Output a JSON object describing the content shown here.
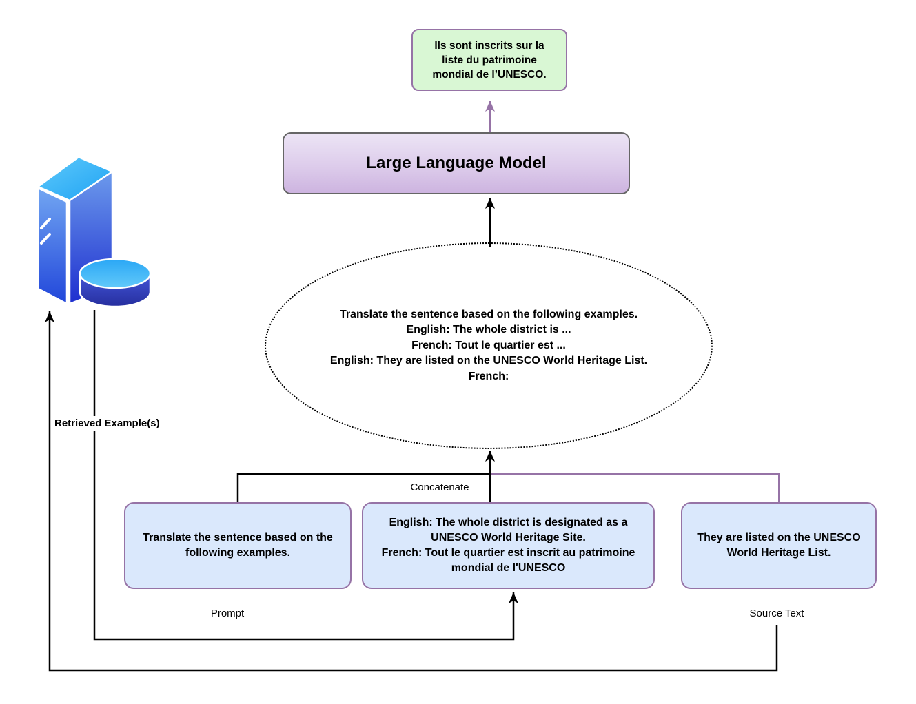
{
  "diagram": {
    "output_box": {
      "text": "Ils sont inscrits sur la liste du patrimoine mondial de l’UNESCO."
    },
    "llm_box": {
      "label": "Large Language Model"
    },
    "prompt_ellipse": {
      "lines": [
        "Translate the sentence based on the following examples.",
        "English: The whole district is ...",
        "French: Tout le quartier est ...",
        "English: They are listed on the UNESCO World Heritage List.",
        "French:"
      ]
    },
    "instruction_box": {
      "text": "Translate the sentence based on the following examples."
    },
    "example_box": {
      "english_line": "English: The whole district is designated as a UNESCO World Heritage Site.",
      "french_line": "French: Tout le quartier est inscrit au patrimoine mondial de l'UNESCO"
    },
    "source_box": {
      "text": "They are listed on the UNESCO World Heritage List."
    },
    "labels": {
      "concatenate": "Concatenate",
      "prompt": "Prompt",
      "source_text": "Source Text",
      "retrieved_examples": "Retrieved Example(s)"
    },
    "icons": {
      "database_server": "database-server-icon"
    },
    "colors": {
      "output_fill": "#d9f7d4",
      "input_fill": "#dae8fc",
      "purple_border": "#9673a6",
      "llm_fill_top": "#ece4f5",
      "llm_fill_bottom": "#cdb4e0",
      "llm_border": "#666666",
      "arrow_black": "#000000",
      "arrow_purple": "#9673a6",
      "db_light_blue": "#4cc1f9",
      "db_dark_blue": "#1e2fcf"
    }
  }
}
